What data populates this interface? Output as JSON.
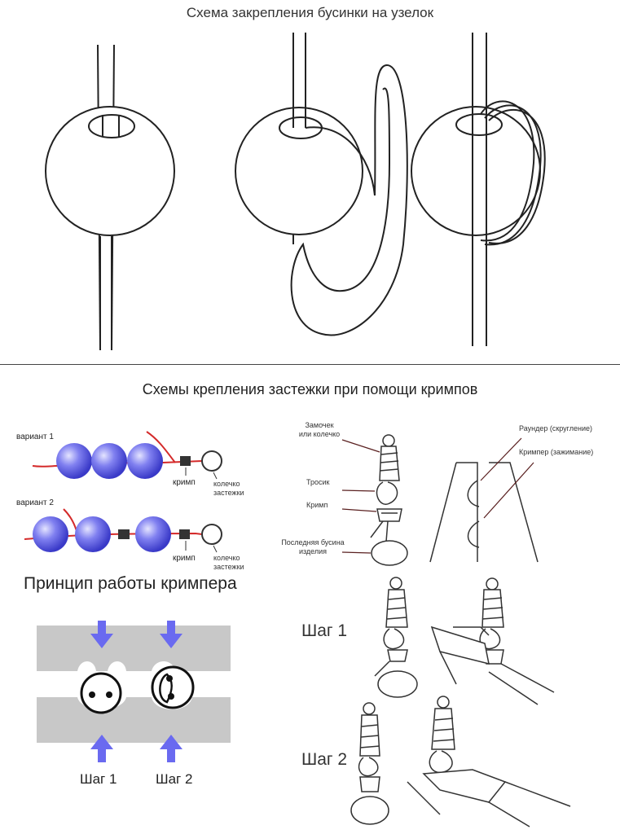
{
  "top_title": "Схема закрепления бусинки на узелок",
  "bottom_title": "Схемы крепления застежки  при помощи кримпов",
  "variants": {
    "v1": "вариант 1",
    "v2": "вариант 2",
    "crimp": "кримп",
    "ring_line1": "колечко",
    "ring_line2": "застежки"
  },
  "crimper": {
    "title": "Принцип работы кримпера",
    "step1": "Шаг 1",
    "step2": "Шаг 2"
  },
  "callouts": {
    "clasp_line1": "Замочек",
    "clasp_line2": "или колечко",
    "cable": "Тросик",
    "crimp": "Кримп",
    "last_bead_line1": "Последняя бусина",
    "last_bead_line2": "изделия",
    "rounder": "Раундер (скругление)",
    "crimper_squeeze": "Кримпер (зажимание)"
  },
  "steps": {
    "step1": "Шаг 1",
    "step2": "Шаг 2"
  },
  "colors": {
    "bead_blue": "#5a5ae0",
    "thread_red": "#d42a2a",
    "arrow_blue": "#6a6af0",
    "plate_gray": "#c8c8c8"
  }
}
